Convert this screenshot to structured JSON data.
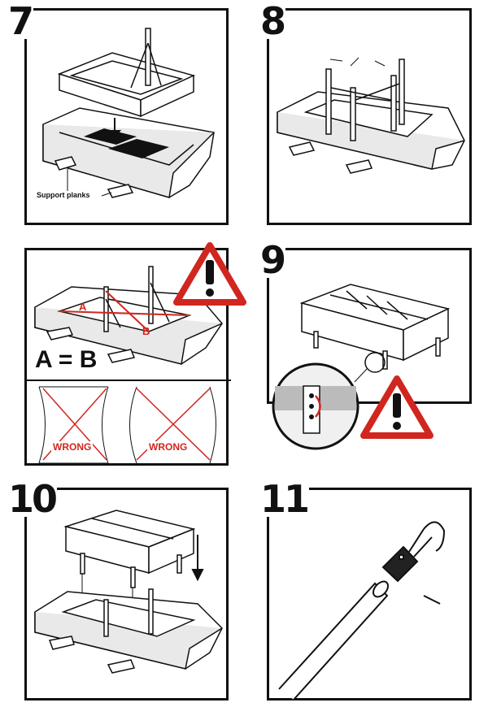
{
  "steps": {
    "s7": "7",
    "s8": "8",
    "s9": "9",
    "s10": "10",
    "s11": "11"
  },
  "labels": {
    "support_planks": "Support planks",
    "a": "A",
    "b": "B",
    "equation": "A = B",
    "wrong_1": "WRONG",
    "wrong_2": "WRONG"
  },
  "icons": {
    "warning_1": "warning-icon",
    "warning_2": "warning-icon"
  },
  "colors": {
    "warning_red": "#d0261f",
    "ink": "#111111"
  }
}
